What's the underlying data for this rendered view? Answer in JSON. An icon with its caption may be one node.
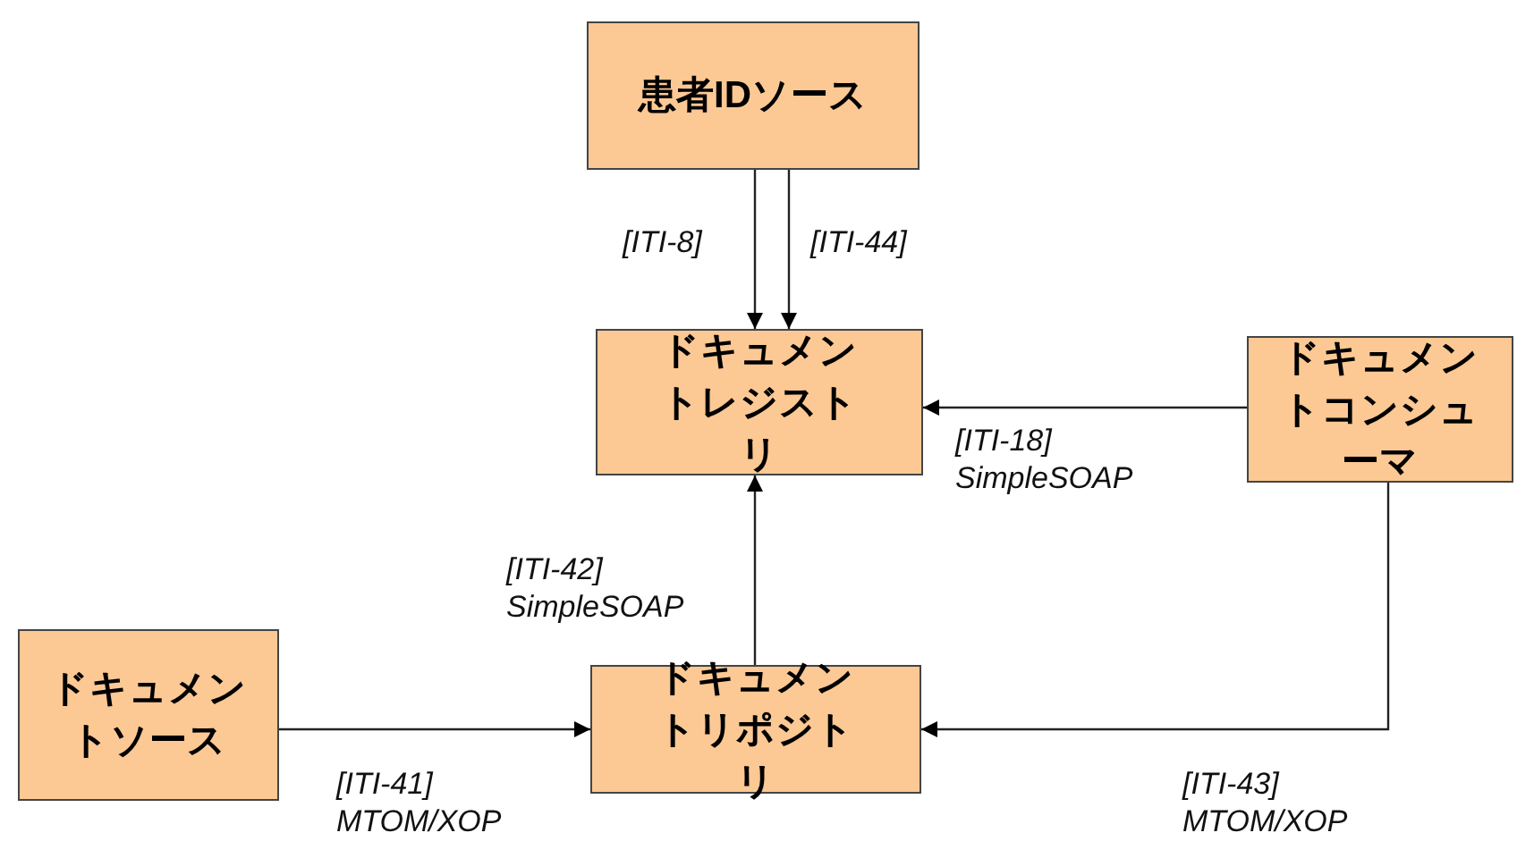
{
  "diagram": {
    "nodes": [
      {
        "text": [
          "患者IDソース"
        ]
      },
      {
        "text": [
          "ドキュメントレジストリ"
        ]
      },
      {
        "text": [
          "ドキュメントコンシューマ"
        ]
      },
      {
        "text": [
          "ドキュメントソース"
        ]
      },
      {
        "text": [
          "ドキュメントリポジトリ"
        ]
      }
    ],
    "edges": [
      {
        "from": 0,
        "to": 1,
        "arrow": "to",
        "label": "[ITI-8]"
      },
      {
        "from": 0,
        "to": 1,
        "arrow": "to",
        "label": "[ITI-44]"
      },
      {
        "from": 2,
        "to": 1,
        "arrow": "to",
        "label": "[ITI-18] SimpleSOAP"
      },
      {
        "from": 4,
        "to": 1,
        "arrow": "to",
        "label": "[ITI-42] SimpleSOAP"
      },
      {
        "from": 3,
        "to": 4,
        "arrow": "to",
        "label": "[ITI-41] MTOM/XOP"
      },
      {
        "from": 2,
        "to": 4,
        "arrow": "to",
        "label": "[ITI-43] MTOM/XOP"
      }
    ]
  }
}
